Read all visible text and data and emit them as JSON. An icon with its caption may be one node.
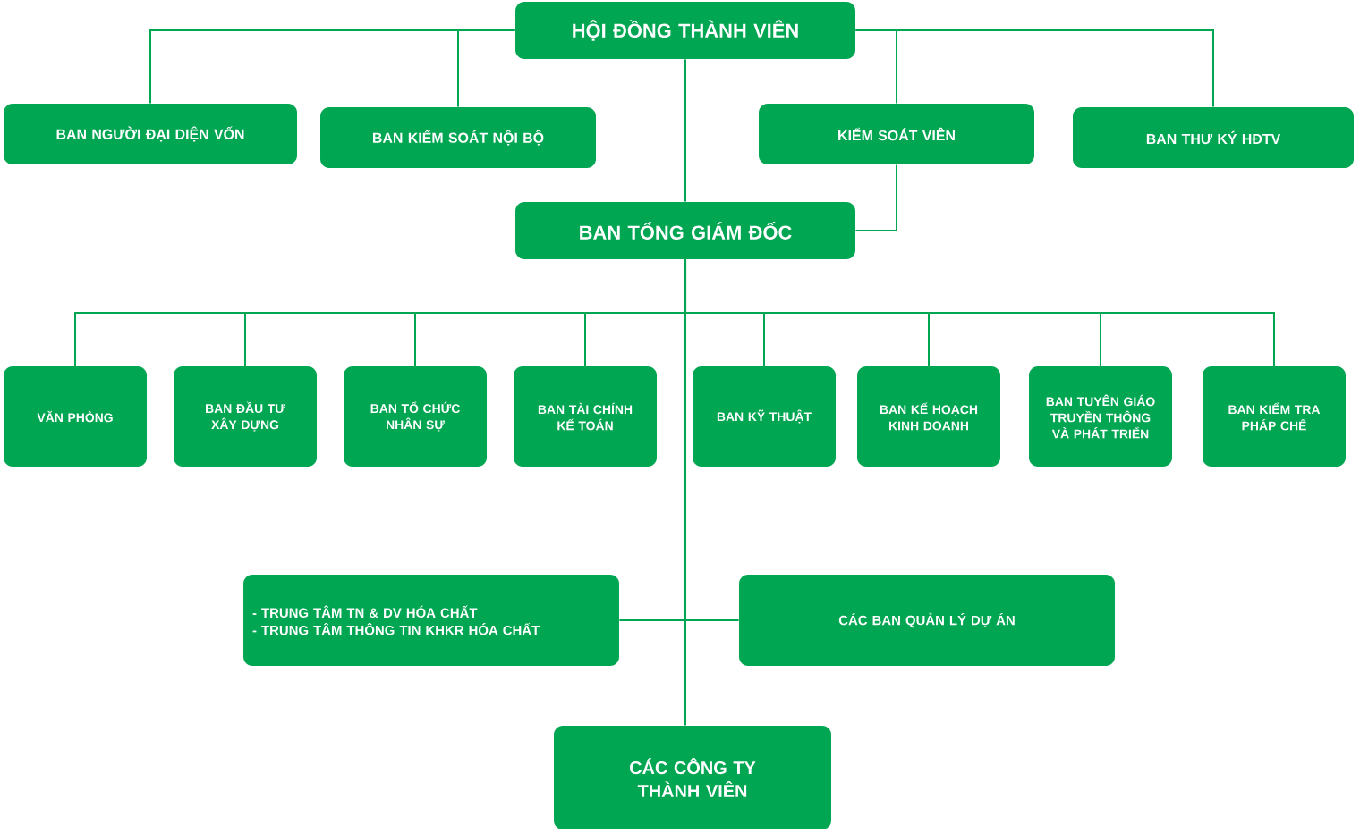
{
  "diagram": {
    "nodes": [
      {
        "text": [
          "HỘI ĐỒNG THÀNH VIÊN"
        ]
      },
      {
        "text": [
          "BAN NGƯỜI ĐẠI DIỆN VỐN"
        ]
      },
      {
        "text": [
          "BAN KIỂM SOÁT NỘI BỘ"
        ]
      },
      {
        "text": [
          "KIỂM SOÁT VIÊN"
        ]
      },
      {
        "text": [
          "BAN THƯ KÝ HĐTV"
        ]
      },
      {
        "text": [
          "BAN TỔNG GIÁM ĐỐC"
        ]
      },
      {
        "text": [
          "VĂN PHÒNG"
        ]
      },
      {
        "text": [
          "BAN ĐẦU TƯ XÂY DỰNG"
        ]
      },
      {
        "text": [
          "BAN TỔ CHỨC NHÂN SỰ"
        ]
      },
      {
        "text": [
          "BAN TÀI CHÍNH KẾ TOÁN"
        ]
      },
      {
        "text": [
          "BAN KỸ THUẬT"
        ]
      },
      {
        "text": [
          "BAN KẾ HOẠCH KINH DOANH"
        ]
      },
      {
        "text": [
          "BAN TUYÊN GIÁO TRUYỀN THÔNG VÀ PHÁT TRIỂN"
        ]
      },
      {
        "text": [
          "BAN KIỂM TRA PHÁP CHẾ"
        ]
      },
      {
        "text": [
          "- TRUNG TÂM TN & DV HÓA CHẤT",
          "- TRUNG TÂM THÔNG TIN KHKR HÓA CHẤT"
        ]
      },
      {
        "text": [
          "CÁC BAN QUẢN LÝ DỰ ÁN"
        ]
      },
      {
        "text": [
          "CÁC CÔNG TY THÀNH VIÊN"
        ]
      }
    ],
    "edges": [
      {
        "from": 0,
        "to": 1,
        "arrow": "none"
      },
      {
        "from": 0,
        "to": 2,
        "arrow": "none"
      },
      {
        "from": 0,
        "to": 3,
        "arrow": "none"
      },
      {
        "from": 0,
        "to": 4,
        "arrow": "none"
      },
      {
        "from": 0,
        "to": 5,
        "arrow": "none"
      },
      {
        "from": 3,
        "to": 5,
        "arrow": "none"
      },
      {
        "from": 5,
        "to": 6,
        "arrow": "none"
      },
      {
        "from": 5,
        "to": 7,
        "arrow": "none"
      },
      {
        "from": 5,
        "to": 8,
        "arrow": "none"
      },
      {
        "from": 5,
        "to": 9,
        "arrow": "none"
      },
      {
        "from": 5,
        "to": 10,
        "arrow": "none"
      },
      {
        "from": 5,
        "to": 11,
        "arrow": "none"
      },
      {
        "from": 5,
        "to": 12,
        "arrow": "none"
      },
      {
        "from": 5,
        "to": 13,
        "arrow": "none"
      },
      {
        "from": 5,
        "to": 14,
        "arrow": "none"
      },
      {
        "from": 5,
        "to": 15,
        "arrow": "none"
      },
      {
        "from": 5,
        "to": 16,
        "arrow": "none"
      }
    ]
  }
}
